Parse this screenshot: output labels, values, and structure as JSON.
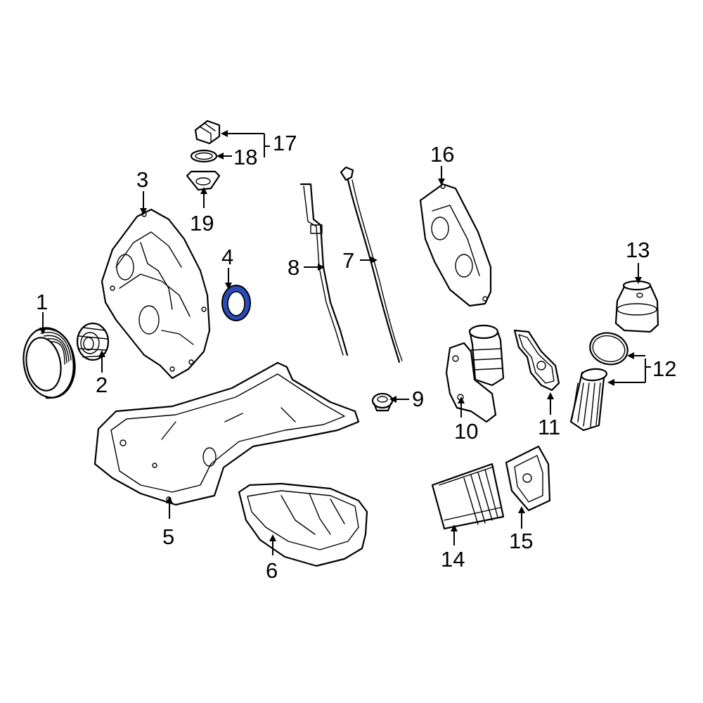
{
  "highlight_color": "#2b4ab8",
  "highlighted_part": "4",
  "callouts": {
    "c1": "1",
    "c2": "2",
    "c3": "3",
    "c4": "4",
    "c5": "5",
    "c6": "6",
    "c7": "7",
    "c8": "8",
    "c9": "9",
    "c10": "10",
    "c11": "11",
    "c12": "12",
    "c13": "13",
    "c14": "14",
    "c15": "15",
    "c16": "16",
    "c17": "17",
    "c18": "18",
    "c19": "19"
  }
}
